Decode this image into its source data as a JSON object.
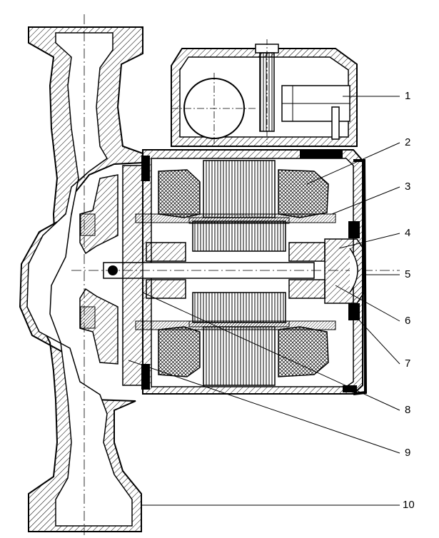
{
  "figure": {
    "type": "cross-section technical drawing",
    "subject": "pump",
    "line_color": "#000000",
    "background": "#ffffff",
    "hatching": true
  },
  "callouts": [
    {
      "label": "1"
    },
    {
      "label": "2"
    },
    {
      "label": "3"
    },
    {
      "label": "4"
    },
    {
      "label": "5"
    },
    {
      "label": "6"
    },
    {
      "label": "7"
    },
    {
      "label": "8"
    },
    {
      "label": "9"
    },
    {
      "label": "10"
    }
  ]
}
